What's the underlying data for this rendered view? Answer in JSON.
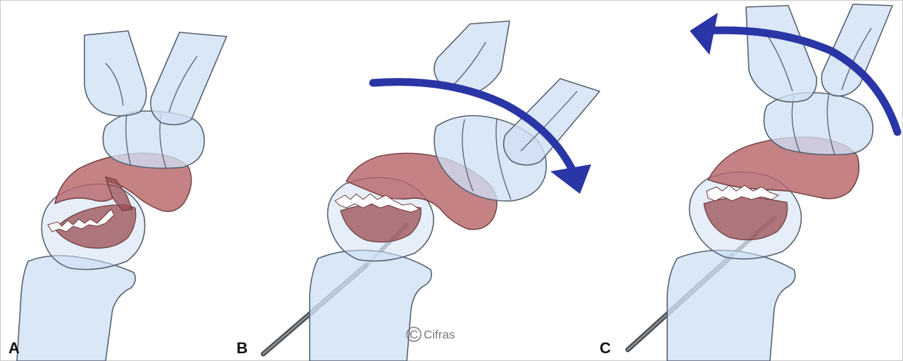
{
  "panels": [
    {
      "label": "A"
    },
    {
      "label": "B"
    },
    {
      "label": "C"
    }
  ],
  "credit": {
    "symbol": "C",
    "text": "Cifras"
  },
  "colors": {
    "bone": "#cfe0f4",
    "lunate": "#b7676a",
    "arrow": "#2a35a6",
    "wire": "#4a4e54"
  }
}
